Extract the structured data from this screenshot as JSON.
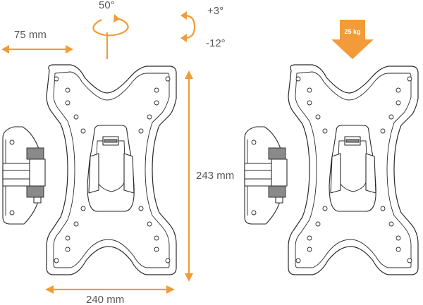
{
  "labels": {
    "swivel_angle": "50°",
    "tilt_up": "+3°",
    "tilt_down": "-12°",
    "wall_depth": "75 mm",
    "height": "243 mm",
    "width": "240 mm",
    "load": "25 kg"
  },
  "colors": {
    "accent": "#f29b38",
    "label_text": "#575757",
    "line": "#2a2a2a"
  }
}
